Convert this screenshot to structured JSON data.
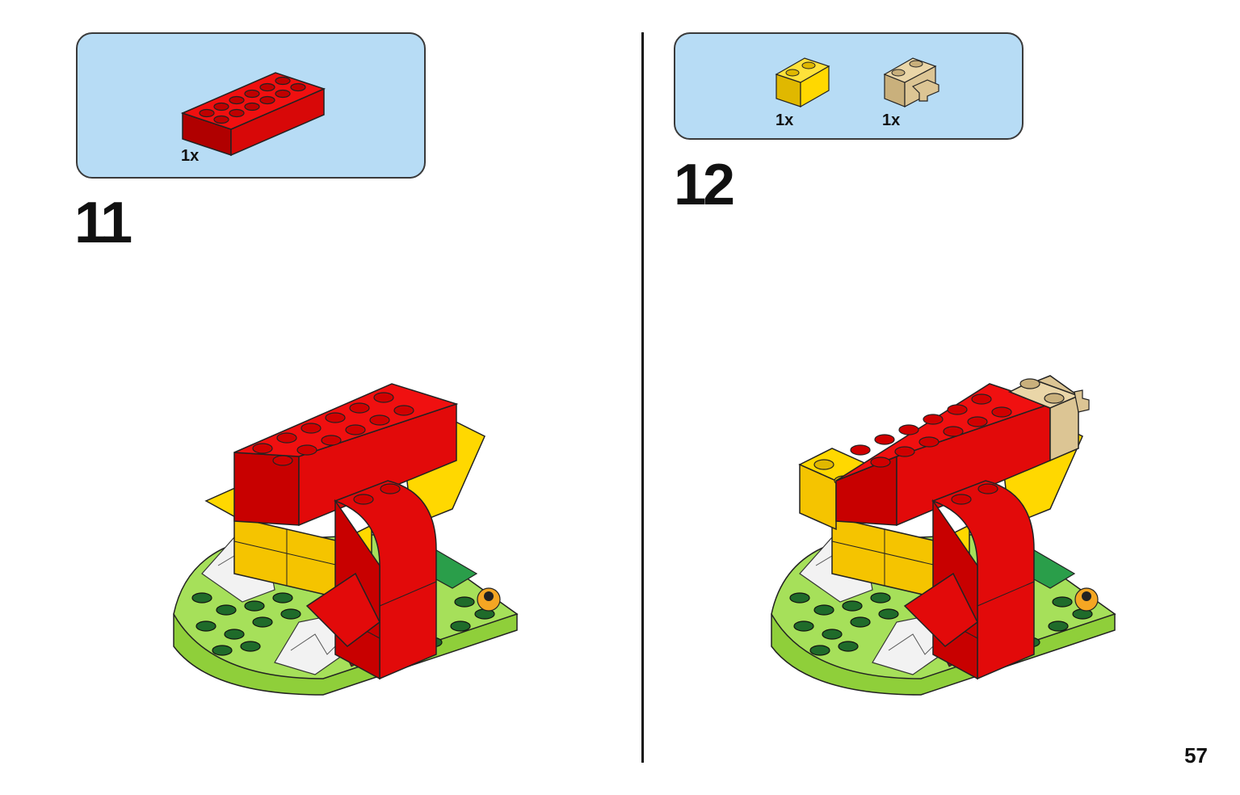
{
  "steps": [
    {
      "number": "11",
      "parts": [
        {
          "brick": "red-brick-2x6-icon",
          "color": "#e20a0a",
          "qty": "1x"
        }
      ]
    },
    {
      "number": "12",
      "parts": [
        {
          "brick": "yellow-brick-1x2-icon",
          "color": "#ffd800",
          "qty": "1x"
        },
        {
          "brick": "tan-brick-with-clip-icon",
          "color": "#dcc594",
          "qty": "1x"
        }
      ]
    }
  ],
  "page_number": "57",
  "colors": {
    "parts_box_bg": "#b7dcf5",
    "red": "#e20a0a",
    "yellow": "#ffd800",
    "lime": "#a6e05a",
    "green_stud": "#1f6b2a",
    "tan": "#dcc594"
  }
}
